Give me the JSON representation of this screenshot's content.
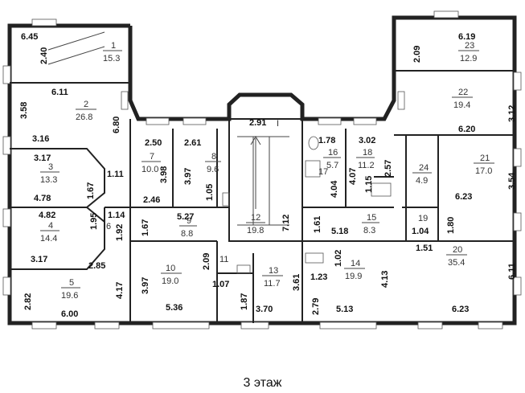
{
  "floor_label": "3 этаж",
  "stair_mark": "I",
  "rooms": [
    {
      "id": "r1",
      "number": "1",
      "area": "15.3",
      "dims": [
        "6.45",
        "2.40"
      ]
    },
    {
      "id": "r2",
      "number": "2",
      "area": "26.8",
      "dims": [
        "6.11",
        "3.58",
        "3.16",
        "6.80"
      ]
    },
    {
      "id": "r3",
      "number": "3",
      "area": "13.3",
      "dims": [
        "3.17",
        "4.78",
        "1.67",
        "1.11"
      ]
    },
    {
      "id": "r4",
      "number": "4",
      "area": "14.4",
      "dims": [
        "4.82",
        "1.95",
        "3.17",
        "2.85"
      ]
    },
    {
      "id": "r5",
      "number": "5",
      "area": "19.6",
      "dims": [
        "2.82",
        "6.00",
        "4.17"
      ]
    },
    {
      "id": "r6",
      "number": "6",
      "area": "",
      "dims": [
        "1.14",
        "1.92"
      ]
    },
    {
      "id": "r7",
      "number": "7",
      "area": "10.0",
      "dims": [
        "2.50",
        "3.98",
        "2.46"
      ]
    },
    {
      "id": "r8",
      "number": "8",
      "area": "9.6",
      "dims": [
        "2.61",
        "3.97",
        "1.05"
      ]
    },
    {
      "id": "r9",
      "number": "9",
      "area": "8.8",
      "dims": [
        "5.27",
        "1.67"
      ]
    },
    {
      "id": "r10",
      "number": "10",
      "area": "19.0",
      "dims": [
        "3.97",
        "2.09",
        "5.36"
      ]
    },
    {
      "id": "r11",
      "number": "11",
      "area": "",
      "dims": [
        "1.07"
      ]
    },
    {
      "id": "r12",
      "number": "12",
      "area": "19.8",
      "dims": [
        "2.91",
        "7.12"
      ]
    },
    {
      "id": "r13",
      "number": "13",
      "area": "11.7",
      "dims": [
        "1.87",
        "3.70",
        "3.61"
      ]
    },
    {
      "id": "r14",
      "number": "14",
      "area": "19.9",
      "dims": [
        "1.02",
        "1.23",
        "4.13",
        "2.79",
        "5.13"
      ]
    },
    {
      "id": "r15",
      "number": "15",
      "area": "8.3",
      "dims": [
        "1.61",
        "5.18"
      ]
    },
    {
      "id": "r16",
      "number": "16",
      "area": "5.7",
      "dims": [
        "1.78",
        "4.04"
      ]
    },
    {
      "id": "r17",
      "number": "17",
      "area": "",
      "dims": []
    },
    {
      "id": "r18",
      "number": "18",
      "area": "11.2",
      "dims": [
        "3.02",
        "2.57",
        "4.07",
        "1.15"
      ]
    },
    {
      "id": "r19",
      "number": "19",
      "area": "",
      "dims": [
        "1.04"
      ]
    },
    {
      "id": "r20",
      "number": "20",
      "area": "35.4",
      "dims": [
        "1.80",
        "1.51",
        "6.11",
        "6.23"
      ]
    },
    {
      "id": "r21",
      "number": "21",
      "area": "17.0",
      "dims": [
        "3.54",
        "6.23"
      ]
    },
    {
      "id": "r22",
      "number": "22",
      "area": "19.4",
      "dims": [
        "3.12",
        "6.20"
      ]
    },
    {
      "id": "r23",
      "number": "23",
      "area": "12.9",
      "dims": [
        "6.19",
        "2.09"
      ]
    },
    {
      "id": "r24",
      "number": "24",
      "area": "4.9",
      "dims": []
    }
  ]
}
